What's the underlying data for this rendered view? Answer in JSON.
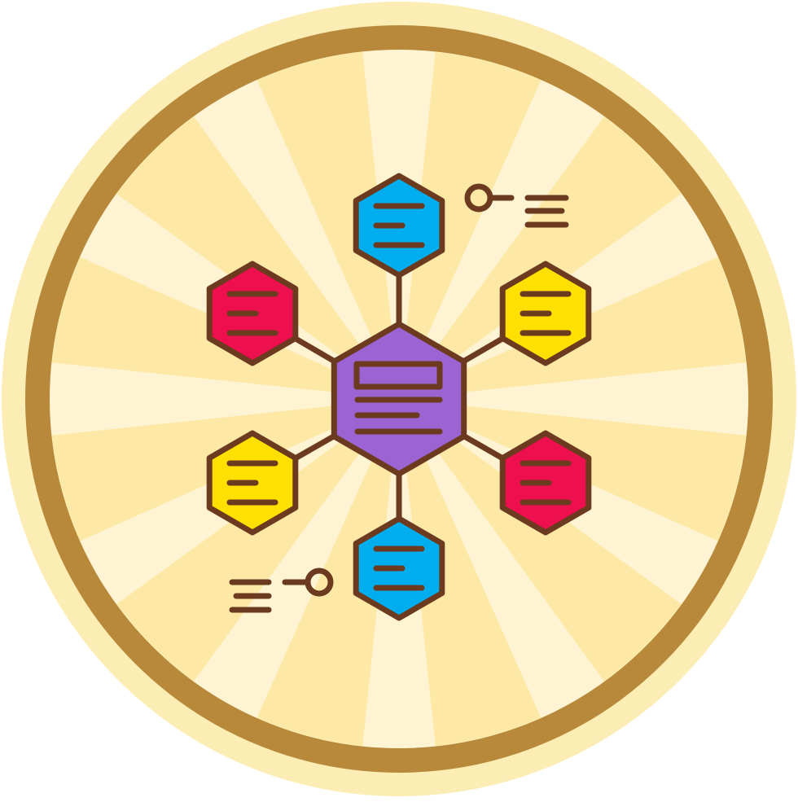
{
  "icon": {
    "name": "hexagon-network-infographic",
    "colors": {
      "outer_ring": "#FCEDB4",
      "badge_fill": "#FDE8A5",
      "rays": "#FEF4D3",
      "border": "#B8893A",
      "outline": "#6B3A1F",
      "center": "#9C63D3",
      "blue": "#00AEEF",
      "red": "#EE0F4F",
      "yellow": "#FFE000"
    },
    "center_node": {
      "color": "center",
      "icon": "text-block-icon"
    },
    "satellites": [
      {
        "id": "top",
        "color": "blue",
        "icon": "text-lines-icon"
      },
      {
        "id": "upper-right",
        "color": "yellow",
        "icon": "text-lines-icon"
      },
      {
        "id": "lower-right",
        "color": "red",
        "icon": "text-lines-icon"
      },
      {
        "id": "bottom",
        "color": "blue",
        "icon": "text-lines-icon"
      },
      {
        "id": "lower-left",
        "color": "yellow",
        "icon": "text-lines-icon"
      },
      {
        "id": "upper-left",
        "color": "red",
        "icon": "text-lines-icon"
      }
    ],
    "callouts": [
      {
        "id": "top-right",
        "icon": "pin-with-lines-icon"
      },
      {
        "id": "bottom-left",
        "icon": "pin-with-lines-icon"
      }
    ]
  }
}
